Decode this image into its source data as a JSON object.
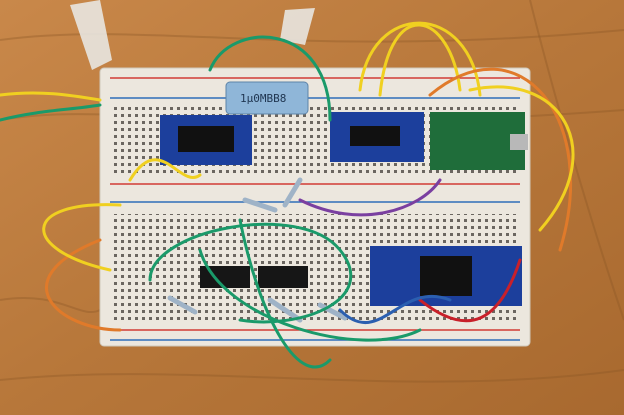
{
  "scene": {
    "capacitor_label": "1µ0MBB8",
    "colors": {
      "table": "#b9783d",
      "table_dark": "#8a5526",
      "board": "#ece7de",
      "rail_red": "#d13c35",
      "rail_blue": "#2f6fb8",
      "module_blue": "#1c3f9c",
      "module_green": "#1f6d3a",
      "capacitor": "#8fb6d8",
      "wire_yellow": "#f0d020",
      "wire_green": "#1a9a6a",
      "wire_orange": "#e07a2a",
      "wire_red": "#c8202a",
      "wire_purple": "#7a3fa0",
      "wire_blue": "#2b5fb0"
    },
    "objects": [
      "wooden-table",
      "breadboard",
      "blue-breakout-board-left",
      "blue-breakout-board-center",
      "green-microcontroller-board",
      "blue-capacitor",
      "black-dip-chips",
      "large-blue-qfp-breakout",
      "jumper-wires",
      "resistors"
    ]
  }
}
